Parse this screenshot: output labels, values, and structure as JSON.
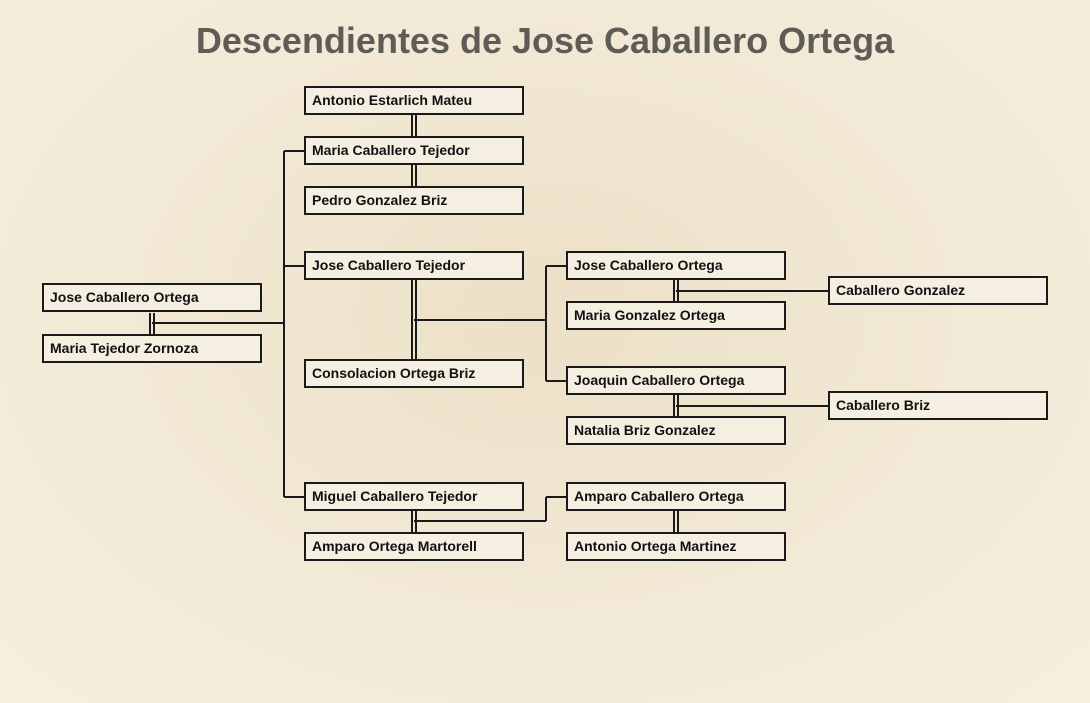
{
  "title": "Descendientes de Jose Caballero Ortega",
  "persons": {
    "root": "Jose Caballero Ortega",
    "root_spouse": "Maria Tejedor Zornoza",
    "maria_spouse_top": "Antonio Estarlich Mateu",
    "maria": "Maria Caballero Tejedor",
    "maria_spouse_bottom": "Pedro Gonzalez Briz",
    "jose_jr": "Jose Caballero Tejedor",
    "jose_jr_spouse": "Consolacion Ortega Briz",
    "miguel": "Miguel Caballero Tejedor",
    "miguel_spouse": "Amparo Ortega Martorell",
    "jose_g3": "Jose Caballero Ortega",
    "jose_g3_spouse": "Maria Gonzalez Ortega",
    "joaquin": "Joaquin Caballero Ortega",
    "joaquin_spouse": "Natalia Briz Gonzalez",
    "amparo": "Amparo Caballero Ortega",
    "amparo_spouse": "Antonio Ortega Martinez",
    "caballero_gonzalez": "Caballero Gonzalez",
    "caballero_briz": "Caballero Briz"
  }
}
